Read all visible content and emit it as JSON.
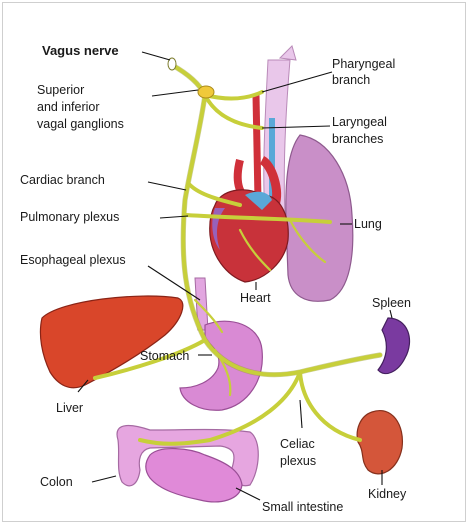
{
  "labels": {
    "vagus_nerve": "Vagus nerve",
    "ganglia_line1": "Superior",
    "ganglia_line2": "and inferior",
    "ganglia_line3": "vagal ganglions",
    "pharyngeal_line1": "Pharyngeal",
    "pharyngeal_line2": "branch",
    "laryngeal_line1": "Laryngeal",
    "laryngeal_line2": "branches",
    "cardiac_branch": "Cardiac branch",
    "pulmonary_plexus": "Pulmonary plexus",
    "lung": "Lung",
    "esophageal_plexus": "Esophageal plexus",
    "heart": "Heart",
    "spleen": "Spleen",
    "liver": "Liver",
    "stomach": "Stomach",
    "celiac_line1": "Celiac",
    "celiac_line2": "plexus",
    "colon": "Colon",
    "kidney": "Kidney",
    "small_intestine": "Small intestine"
  },
  "colors": {
    "nerve": "#c7cf3a",
    "liver": "#d9462a",
    "heart": "#c8323a",
    "lung": "#c98fc8",
    "stomach": "#d98ad4",
    "spleen": "#7a3aa0",
    "kidney": "#d4563a",
    "intestine": "#e6a6e0",
    "vessel_blue": "#5aa8d8",
    "vessel_red": "#d0303a"
  }
}
